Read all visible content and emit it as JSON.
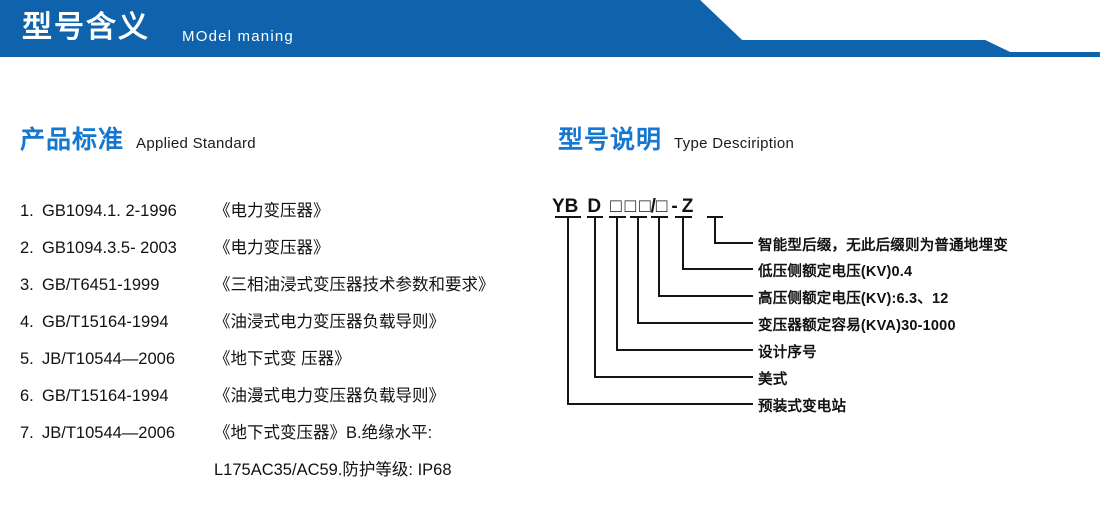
{
  "banner": {
    "title": "型号含义",
    "subtitle": "MOdel maning",
    "bar_color": "#0f62ac",
    "bar_color_light": "#1771bf"
  },
  "sections": {
    "left": {
      "title_cn": "产品标准",
      "title_en": "Applied Standard",
      "accent_color": "#1577cf"
    },
    "right": {
      "title_cn": "型号说明",
      "title_en": "Type Desciription",
      "accent_color": "#1577cf"
    }
  },
  "standards": [
    {
      "no": "1.",
      "code": "GB1094.1. 2-1996",
      "name": "《电力变压器》"
    },
    {
      "no": "2.",
      "code": "GB1094.3.5- 2003",
      "name": "《电力变压器》"
    },
    {
      "no": "3.",
      "code": "GB/T6451-1999",
      "name": "《三相油浸式变压器技术参数和要求》"
    },
    {
      "no": "4.",
      "code": "GB/T15164-1994",
      "name": "《油浸式电力变压器负载导则》"
    },
    {
      "no": "5.",
      "code": "JB/T10544—2006",
      "name": "《地下式变 压器》"
    },
    {
      "no": "6.",
      "code": "GB/T15164-1994",
      "name": "《油漫式电力变压器负载导则》"
    },
    {
      "no": "7.",
      "code": "JB/T10544—2006",
      "name": "《地下式变压器》B.绝缘水平:"
    }
  ],
  "standards_continuation": "L175AC35/AC59.防护等级: IP68",
  "type_code": {
    "parts": [
      "YB",
      "D",
      "□",
      "□",
      "□",
      "/",
      "□",
      "-",
      "Z"
    ],
    "full": "YB D □□□/□ - Z"
  },
  "type_labels": [
    {
      "text": "智能型后缀，无此后缀则为普通地埋变"
    },
    {
      "text": "低压侧额定电压(KV)0.4"
    },
    {
      "text": "高压侧额定电压(KV):6.3、12"
    },
    {
      "text": "变压器额定容易(KVA)30-1000"
    },
    {
      "text": "设计序号"
    },
    {
      "text": "美式"
    },
    {
      "text": "预装式变电站"
    }
  ]
}
